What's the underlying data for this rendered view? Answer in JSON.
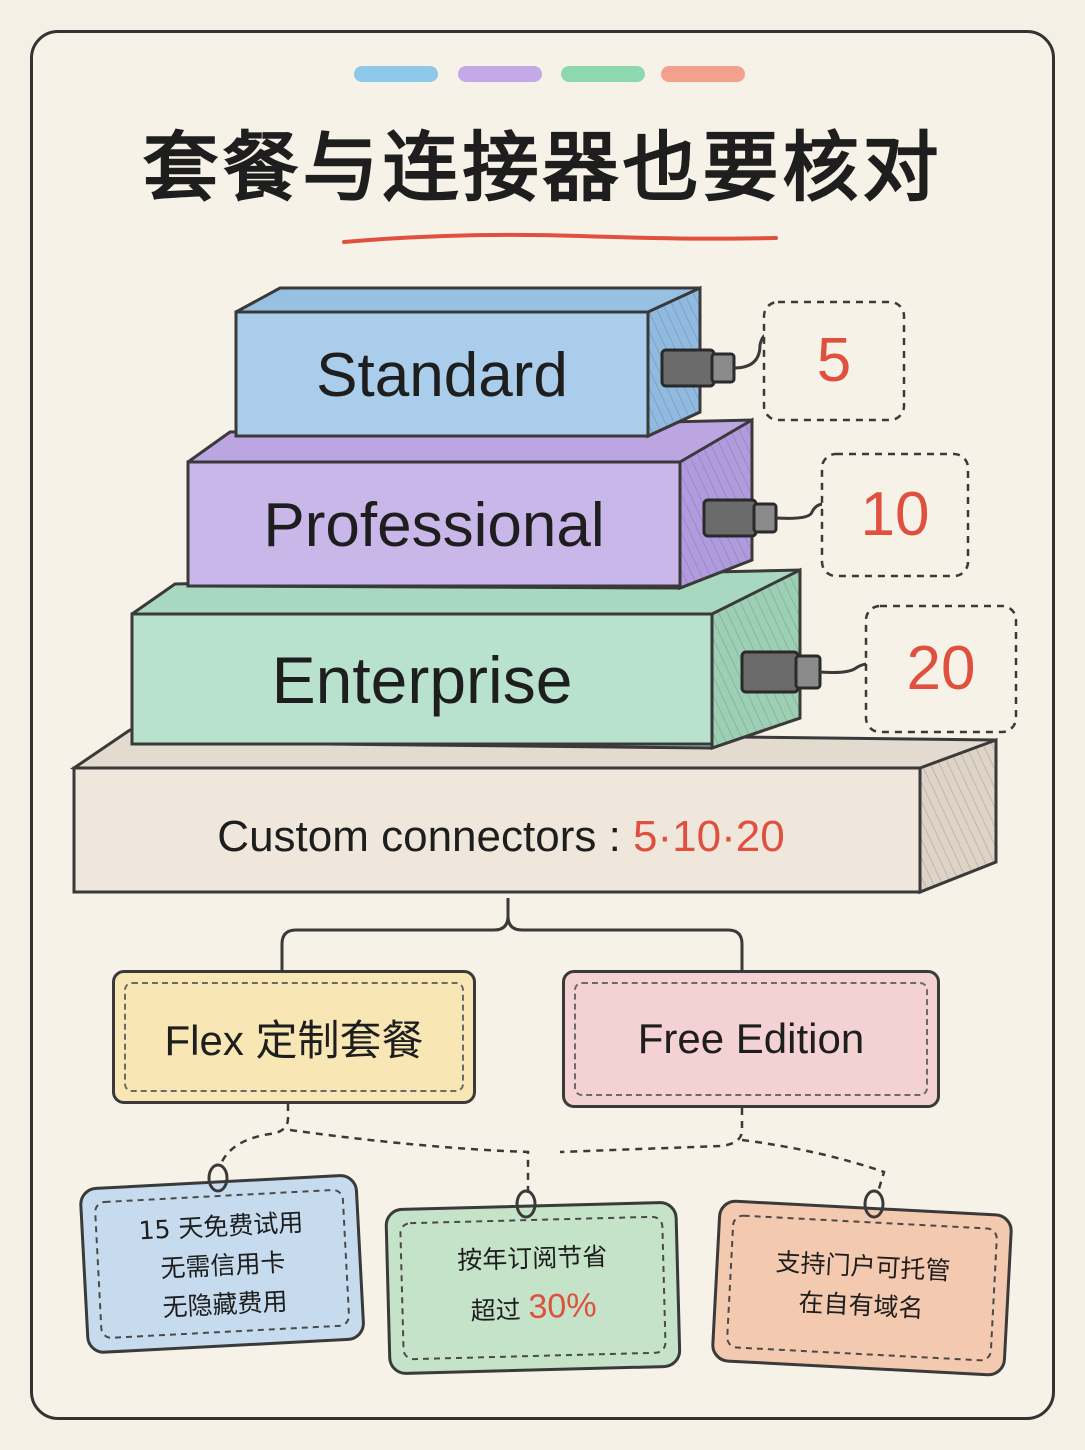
{
  "title": "套餐与连接器也要核对",
  "colors": {
    "accent_red": "#e0503f",
    "blue": "#a9cdea",
    "purple": "#c9b7ea",
    "green": "#b8e2cd",
    "base": "#efe7dc",
    "yellow": "#f8e6b5",
    "pink": "#f4d2d4",
    "orange": "#f3c9b0"
  },
  "tiers": [
    {
      "name": "Standard",
      "connectors": "5"
    },
    {
      "name": "Professional",
      "connectors": "10"
    },
    {
      "name": "Enterprise",
      "connectors": "20"
    }
  ],
  "base": {
    "label": "Custom connectors :",
    "values": "5·10·20"
  },
  "plans": [
    {
      "name": "Flex 定制套餐"
    },
    {
      "name": "Free Edition"
    }
  ],
  "notes": [
    {
      "lines": [
        "15 天免费试用",
        "无需信用卡",
        "无隐藏费用"
      ]
    },
    {
      "line1": "按年订阅节省",
      "line2_text": "超过",
      "line2_highlight": "30%"
    },
    {
      "lines": [
        "支持门户可托管",
        "在自有域名"
      ]
    }
  ],
  "icons": [
    "connector-plug-icon",
    "clip-ring-icon"
  ]
}
